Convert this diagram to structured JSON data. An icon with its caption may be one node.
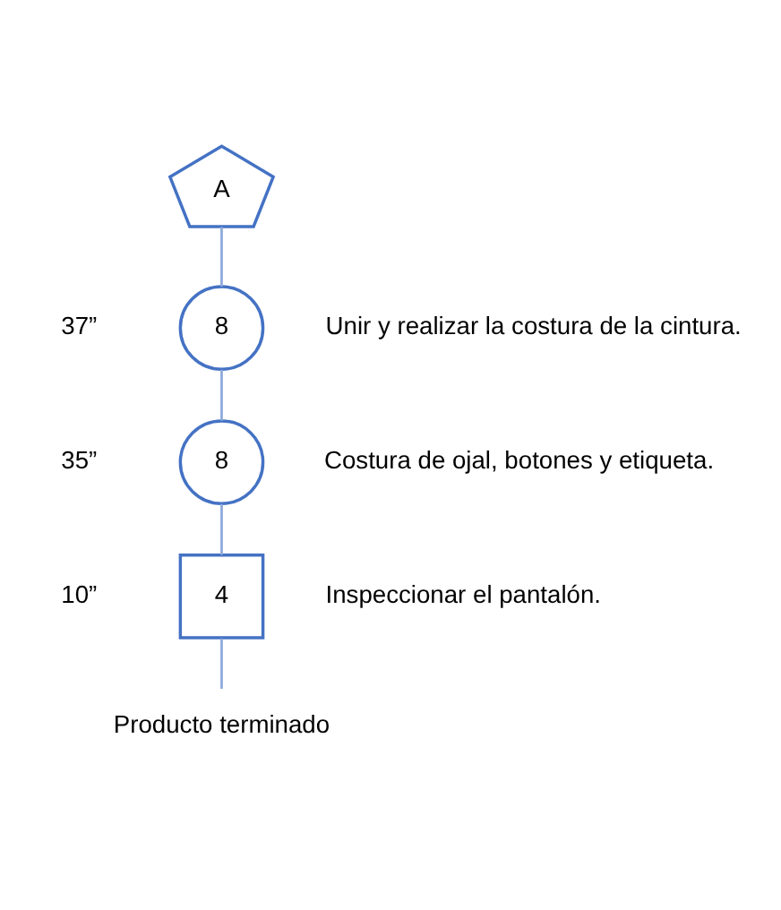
{
  "diagram": {
    "nodes": [
      {
        "text": [
          "A"
        ]
      },
      {
        "text": [
          "8"
        ],
        "beside": [
          "37”",
          "Unir y realizar la costura de la cintura."
        ]
      },
      {
        "text": [
          "8"
        ],
        "beside": [
          "35”",
          "Costura de ojal, botones y etiqueta."
        ]
      },
      {
        "text": [
          "4"
        ],
        "beside": [
          "10”",
          "Inspeccionar el pantalón."
        ]
      },
      {
        "text": [
          "Producto terminado"
        ]
      }
    ],
    "edges": [
      {
        "from": 0,
        "to": 1,
        "arrow": "none"
      },
      {
        "from": 1,
        "to": 2,
        "arrow": "none"
      },
      {
        "from": 2,
        "to": 3,
        "arrow": "none"
      },
      {
        "from": 3,
        "to": 4,
        "arrow": "none"
      }
    ]
  }
}
